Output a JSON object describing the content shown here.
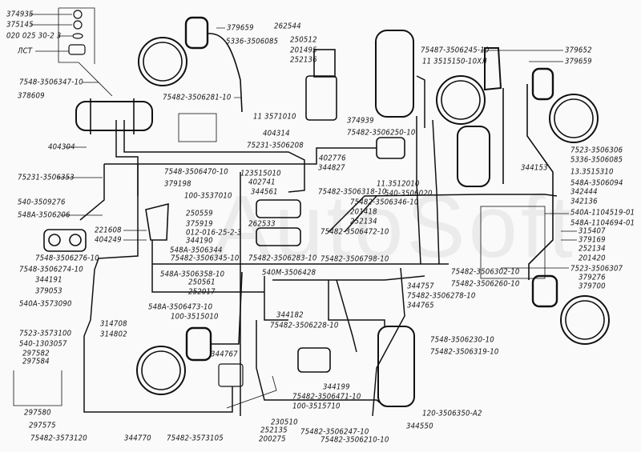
{
  "watermark": "AutoSoft",
  "colors": {
    "line": "#111111",
    "background": "#fafafa"
  },
  "labels": [
    "374935",
    "375145",
    "020 025 30-2 3",
    "ЛСТ",
    "7548-3506347-10",
    "378609",
    "404304",
    "379659",
    "5336-3506085",
    "250512",
    "201495",
    "252136",
    "75482-3506281-10",
    "11 3571010",
    "404314",
    "75231-3506208",
    "374939",
    "75482-3506250-10",
    "402776",
    "344827",
    "11.3512010",
    "540-3506020",
    "75482-3506318-10",
    "75482-3506346-10",
    "201418",
    "252134",
    "75482-3506472-10",
    "75482-3506798-10",
    "262544",
    "75487-3506245-10",
    "11 3515150-10ХЛ",
    "379652",
    "379659",
    "7523-3506306",
    "5336-3506085",
    "344153",
    "13.3515310",
    "548А-3506094",
    "342444",
    "342136",
    "540А-1104519-01",
    "548А-1104694-01",
    "315407",
    "379169",
    "252134",
    "201420",
    "7523-3506307",
    "379276",
    "379700",
    "75482-3506302-10",
    "75482-3506260-10",
    "344757",
    "75482-3506278-10",
    "344765",
    "7548-3506230-10",
    "75482-3506319-10",
    "120-3506350-А2",
    "344550",
    "75231-3506353",
    "7548-3506470-10",
    "379198",
    "540-3509276",
    "548А-3506206",
    "100-3537010",
    "123515010",
    "402741",
    "344561",
    "250559",
    "375919",
    "012-016-25-2-3",
    "344190",
    "262533",
    "548А-3506344",
    "75482-3506345-10",
    "75482-3506283-10",
    "221608",
    "404249",
    "7548-3506276-10",
    "7548-3506274-10",
    "344191",
    "379053",
    "540А-3573090",
    "548А-3506358-10",
    "250561",
    "252017",
    "540М-3506428",
    "548А-3506473-10",
    "100-3515010",
    "344182",
    "75482-3506228-10",
    "314708",
    "314802",
    "7523-3573100",
    "540-1303057",
    "297582",
    "297584",
    "297580",
    "297575",
    "75482-3573120",
    "344770",
    "75482-3573105",
    "344767",
    "344199",
    "75482-3506471-10",
    "100-3515710",
    "230510",
    "252135",
    "200275",
    "75482-3506247-10",
    "75482-3506210-10"
  ]
}
